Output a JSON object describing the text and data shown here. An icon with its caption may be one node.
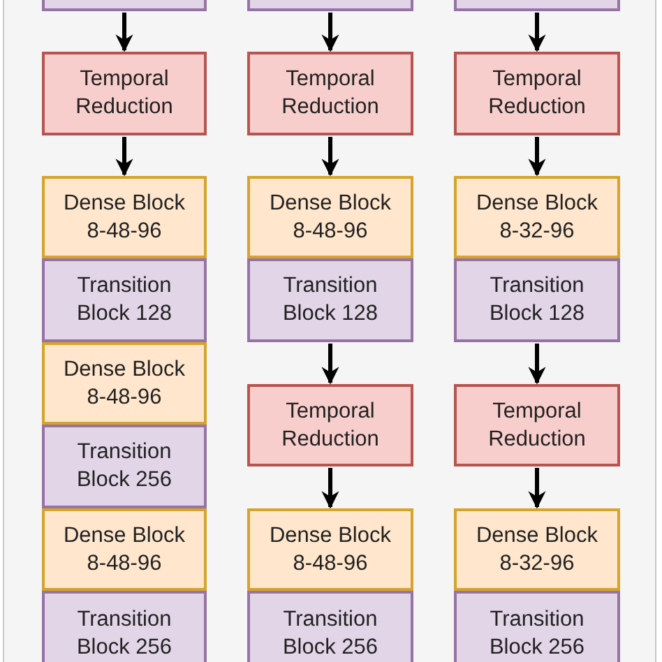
{
  "diagram": {
    "nodes": [
      {
        "text": [],
        "shape": "box"
      },
      {
        "text": [
          "Temporal Reduction"
        ]
      },
      {
        "text": [
          "Dense Block 8-48-96"
        ]
      },
      {
        "text": [
          "Transition Block 128"
        ]
      },
      {
        "text": [
          "Dense Block 8-48-96"
        ]
      },
      {
        "text": [
          "Transition Block 256"
        ]
      },
      {
        "text": [
          "Dense Block 8-48-96"
        ]
      },
      {
        "text": [
          "Transition Block 256"
        ]
      },
      {
        "text": [],
        "shape": "box"
      },
      {
        "text": [
          "Temporal Reduction"
        ]
      },
      {
        "text": [
          "Dense Block 8-48-96"
        ]
      },
      {
        "text": [
          "Transition Block 128"
        ]
      },
      {
        "text": [
          "Temporal Reduction"
        ]
      },
      {
        "text": [
          "Dense Block 8-48-96"
        ]
      },
      {
        "text": [
          "Transition Block 256"
        ]
      },
      {
        "text": [],
        "shape": "box"
      },
      {
        "text": [
          "Temporal Reduction"
        ]
      },
      {
        "text": [
          "Dense Block 8-32-96"
        ]
      },
      {
        "text": [
          "Transition Block 128"
        ]
      },
      {
        "text": [
          "Temporal Reduction"
        ]
      },
      {
        "text": [
          "Dense Block 8-32-96"
        ]
      },
      {
        "text": [
          "Transition Block 256"
        ]
      }
    ],
    "edges": [
      {
        "from": 0,
        "to": 1,
        "arrow": "to"
      },
      {
        "from": 1,
        "to": 2,
        "arrow": "to"
      },
      {
        "from": 8,
        "to": 9,
        "arrow": "to"
      },
      {
        "from": 9,
        "to": 10,
        "arrow": "to"
      },
      {
        "from": 11,
        "to": 12,
        "arrow": "to"
      },
      {
        "from": 12,
        "to": 13,
        "arrow": "to"
      },
      {
        "from": 15,
        "to": 16,
        "arrow": "to"
      },
      {
        "from": 16,
        "to": 17,
        "arrow": "to"
      },
      {
        "from": 18,
        "to": 19,
        "arrow": "to"
      },
      {
        "from": 19,
        "to": 20,
        "arrow": "to"
      }
    ]
  }
}
